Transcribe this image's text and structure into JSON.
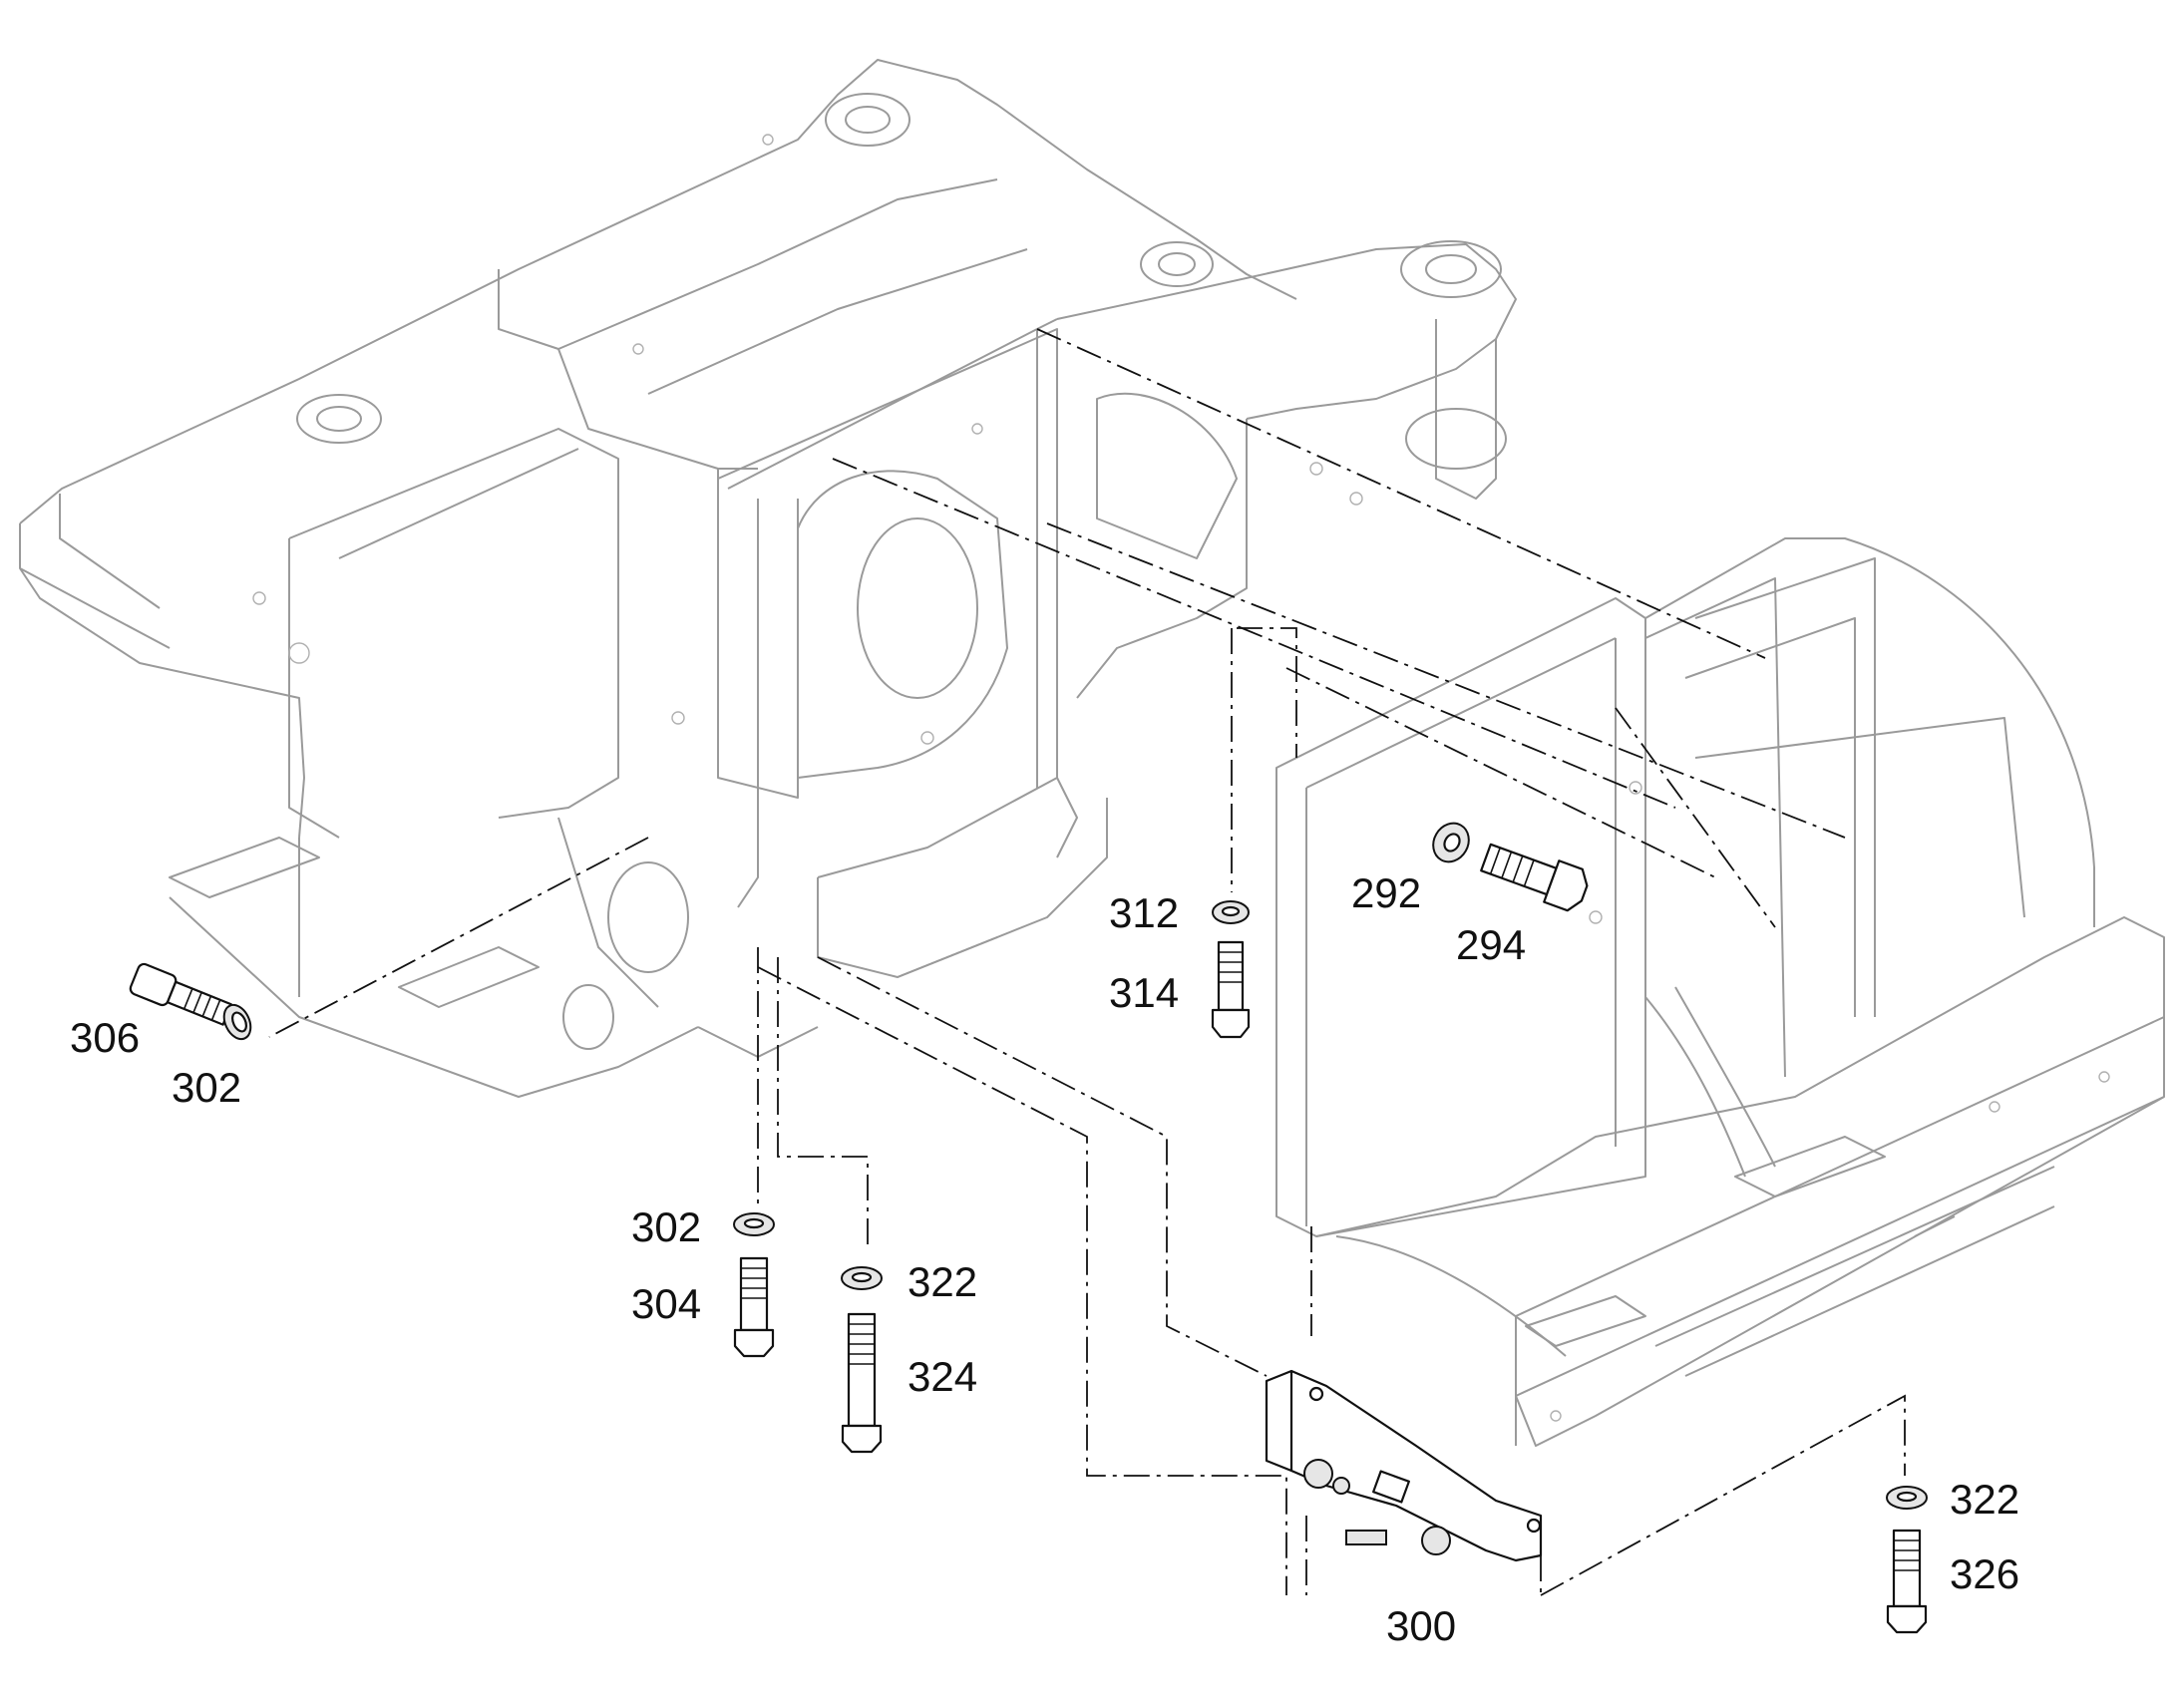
{
  "callouts": {
    "c292": "292",
    "c294": "294",
    "c300": "300",
    "c302_left": "302",
    "c302_bottom": "302",
    "c304": "304",
    "c306": "306",
    "c312": "312",
    "c314": "314",
    "c322_mid": "322",
    "c322_right": "322",
    "c324": "324",
    "c326": "326"
  }
}
